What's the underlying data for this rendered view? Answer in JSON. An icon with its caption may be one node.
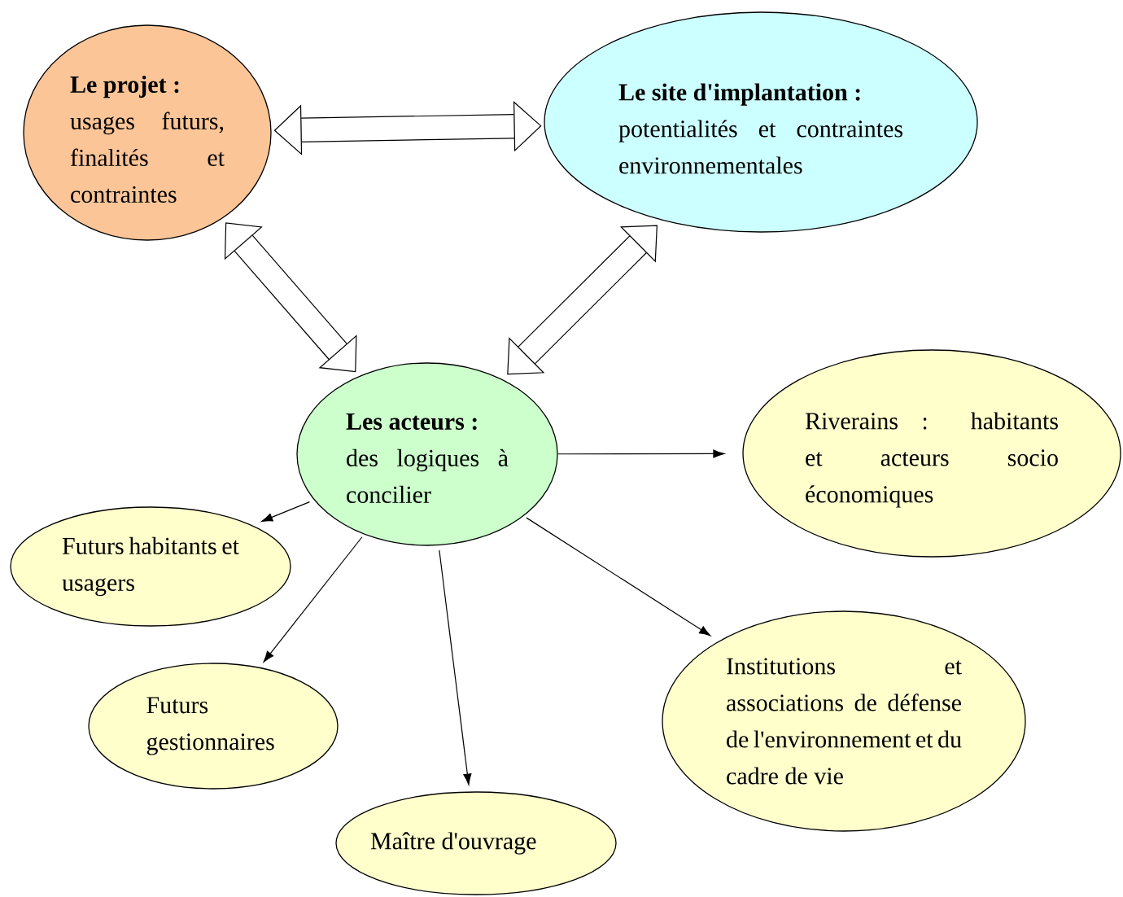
{
  "diagram": {
    "nodes": [
      {
        "text": [
          "Le projet :",
          "usages futurs, finalités et contraintes"
        ]
      },
      {
        "text": [
          "Le site d'implantation :",
          "potentialités et contraintes environnementales"
        ]
      },
      {
        "text": [
          "Les acteurs :",
          "des logiques à concilier"
        ]
      },
      {
        "text": [
          "Riverains : habitants et acteurs socio économiques"
        ]
      },
      {
        "text": [
          "Futurs habitants et usagers"
        ]
      },
      {
        "text": [
          "Futurs gestionnaires"
        ]
      },
      {
        "text": [
          "Maître d'ouvrage"
        ]
      },
      {
        "text": [
          "Institutions et associations de défense de l'environnement et du cadre de vie"
        ]
      }
    ],
    "edges": [
      {
        "from": 0,
        "to": 1,
        "arrow": "both",
        "style": "thick"
      },
      {
        "from": 0,
        "to": 2,
        "arrow": "both",
        "style": "thick"
      },
      {
        "from": 1,
        "to": 2,
        "arrow": "both",
        "style": "thick"
      },
      {
        "from": 2,
        "to": 3,
        "arrow": "to"
      },
      {
        "from": 2,
        "to": 4,
        "arrow": "to"
      },
      {
        "from": 2,
        "to": 5,
        "arrow": "to"
      },
      {
        "from": 2,
        "to": 6,
        "arrow": "to"
      },
      {
        "from": 2,
        "to": 7,
        "arrow": "to"
      }
    ]
  }
}
